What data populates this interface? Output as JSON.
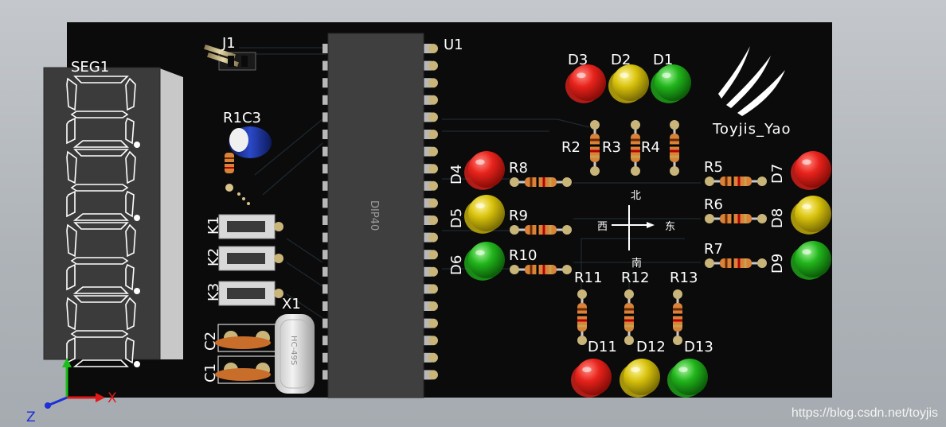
{
  "board": {
    "designator_seg": "SEG1",
    "designator_mcu": "U1",
    "mcu_package": "DIP40",
    "jumper": "J1",
    "crystal": "X1",
    "crystal_marking": "HC-49S",
    "r1c3": "R1C3",
    "logo_text": "Toyjis_Yao",
    "compass": {
      "north": "北",
      "south": "南",
      "east": "东",
      "west": "西"
    }
  },
  "buttons": [
    "K1",
    "K2",
    "K3"
  ],
  "capacitors": [
    "C2",
    "C1"
  ],
  "leds_top": [
    {
      "id": "D3",
      "color": "red"
    },
    {
      "id": "D2",
      "color": "yellow"
    },
    {
      "id": "D1",
      "color": "green"
    }
  ],
  "leds_left": [
    {
      "id": "D4",
      "color": "red"
    },
    {
      "id": "D5",
      "color": "yellow"
    },
    {
      "id": "D6",
      "color": "green"
    }
  ],
  "leds_right": [
    {
      "id": "D7",
      "color": "red"
    },
    {
      "id": "D8",
      "color": "yellow"
    },
    {
      "id": "D9",
      "color": "green"
    }
  ],
  "leds_bottom": [
    {
      "id": "D11",
      "color": "red"
    },
    {
      "id": "D12",
      "color": "yellow"
    },
    {
      "id": "D13",
      "color": "green"
    }
  ],
  "resistors_top": [
    "R2",
    "R3",
    "R4"
  ],
  "resistors_left": [
    "R8",
    "R9",
    "R10"
  ],
  "resistors_right": [
    "R5",
    "R6",
    "R7"
  ],
  "resistors_bottom": [
    "R11",
    "R12",
    "R13"
  ],
  "axes": {
    "x": "X",
    "z": "Z"
  },
  "watermark": "https://blog.csdn.net/toyjis",
  "colors": {
    "pcb": "#0b0b0b",
    "led_red": "#e8231c",
    "led_yellow": "#d8c20c",
    "led_green": "#22b51c",
    "axis_x": "#e01818",
    "axis_y": "#18c018",
    "axis_z": "#1c2fd8"
  }
}
